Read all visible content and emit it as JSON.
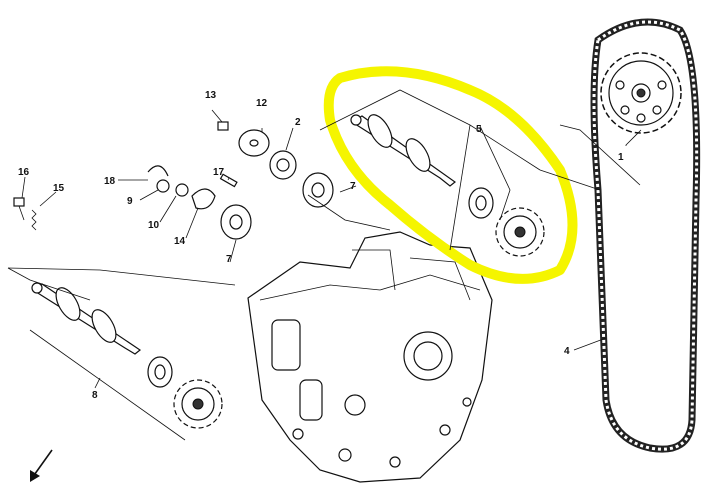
{
  "callouts": {
    "c1": "1",
    "c2": "2",
    "c4": "4",
    "c5": "5",
    "c7a": "7",
    "c7b": "7",
    "c8": "8",
    "c9": "9",
    "c10": "10",
    "c12": "12",
    "c13": "13",
    "c14": "14",
    "c15": "15",
    "c16": "16",
    "c17": "17",
    "c18": "18"
  },
  "highlight_color": "#f5f500",
  "line_color": "#111111"
}
